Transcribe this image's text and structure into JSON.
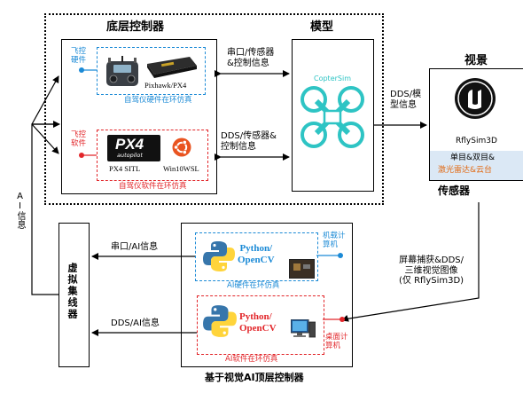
{
  "bottom_controller": {
    "title": "底层控制器",
    "hil": {
      "side_label": "飞控\n硬件",
      "device_label": "Pixhawk/PX4",
      "caption": "自驾仪硬件在环仿真"
    },
    "sil": {
      "side_label": "飞控\n软件",
      "px4_label": "PX4 SITL",
      "os_label": "Win10WSL",
      "caption": "自驾仪软件在环仿真",
      "logo_text": "PX4",
      "logo_subtext": "autopilot"
    }
  },
  "model": {
    "title": "模型",
    "name": "CopterSim"
  },
  "link_labels": {
    "hil_to_model": "串口/传感器\n&控制信息",
    "sil_to_model": "DDS/传感器&\n控制信息",
    "model_to_scene": "DDS/模\n型信息",
    "scene_to_top": "屏幕捕获&DDS/\n三维视觉图像\n(仅 RflySim3D)",
    "top_hil_to_vhub": "串口/AI信息",
    "top_sil_to_vhub": "DDS/AI信息",
    "ai_info": "AI信息"
  },
  "scene": {
    "title": "视景",
    "app_name": "RflySim3D",
    "sensors_line1": "单目&双目&",
    "sensors_line2": "激光雷达&云台",
    "sensor_label": "传感器"
  },
  "virtual_hub": {
    "label": "虚拟集线器"
  },
  "top_controller": {
    "title": "基于视觉AI顶层控制器",
    "hil": {
      "app": "Python/\nOpenCV",
      "device": "机载计\n算机",
      "caption": "AI硬件在环仿真"
    },
    "sil": {
      "app": "Python/\nOpenCV",
      "device": "桌面计\n算机",
      "caption": "AI软件在环仿真"
    }
  },
  "colors": {
    "hil": "#1b8ad6",
    "sil": "#e2262a",
    "drone": "#2ec4c4",
    "orange": "#e26a14"
  }
}
